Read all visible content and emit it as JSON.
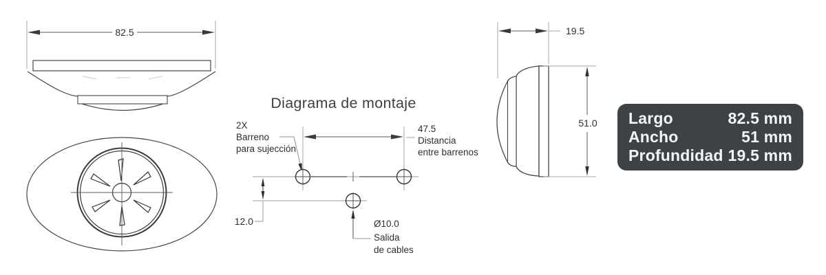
{
  "title": "Diagrama de montaje",
  "colors": {
    "background": "#ffffff",
    "line_dark": "#454545",
    "line_dim": "#5a5a5a",
    "line_extension": "#a6a6a6",
    "panel_bg": "#3e4246",
    "panel_text": "#f4f5f6",
    "text": "#2e2e2e"
  },
  "top_view": {
    "width_dim": "82.5"
  },
  "mounting": {
    "hole_callout": [
      "2X",
      "Barreno",
      "para sujección"
    ],
    "distance_callout": [
      "47.5",
      "Distancia",
      "entre barrenos"
    ],
    "offset_dim": "12.0",
    "cable_callout": [
      "Ø10.0",
      "Salida",
      "de cables"
    ]
  },
  "side_view": {
    "depth_dim": "19.5",
    "height_dim": "51.0"
  },
  "spec_panel": {
    "rows": [
      {
        "label": "Largo",
        "value": "82.5 mm"
      },
      {
        "label": "Ancho",
        "value": "51 mm"
      },
      {
        "label": "Profundidad",
        "value": "19.5 mm"
      }
    ]
  }
}
